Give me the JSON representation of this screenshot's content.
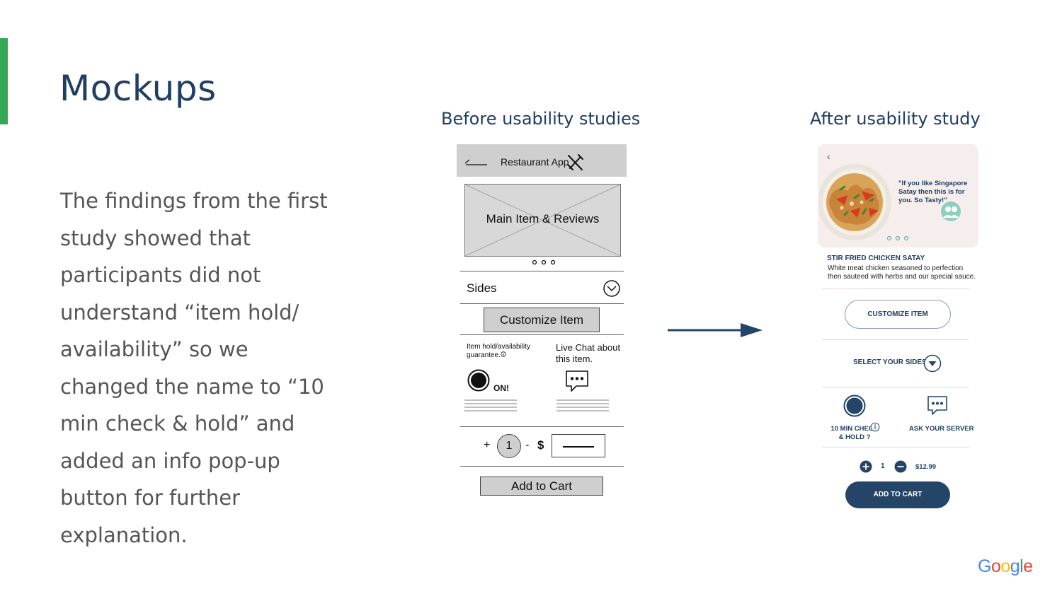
{
  "slide": {
    "title": "Mockups",
    "body": "The findings from the first study showed that participants did not understand “item hold/ availability” so we changed the name to “10 min check & hold” and added an info pop-up button for further explanation.",
    "before_label": "Before usability studies",
    "after_label": "After usability study",
    "accent_color": "#34a853",
    "title_color": "#1f3e63"
  },
  "wireframe": {
    "header_title": "Restaurant App",
    "hero_label": "Main Item & Reviews",
    "sides_label": "Sides",
    "customize_label": "Customize Item",
    "hold_label": "Item hold/availability guarantee.",
    "hold_state": "ON!",
    "live_chat_label": "Live Chat about this item.",
    "plus": "+",
    "quantity": "1",
    "minus": "-",
    "currency": "$",
    "add_to_cart_label": "Add to Cart"
  },
  "mockup": {
    "back": "‹",
    "quote": "\"If you like Singapore Satay then this is for you. So Tasty!\"",
    "item_name": "STIR FRIED CHICKEN SATAY",
    "item_description": "White meat chicken seasoned to perfection then sauteed with herbs and our special sauce.",
    "customize_label": "CUSTOMIZE ITEM",
    "sides_label": "SELECT YOUR SIDES",
    "hold_label": "10 MIN CHECK & HOLD ?",
    "server_label": "ASK YOUR SERVER",
    "quantity": "1",
    "price": "$12.99",
    "add_to_cart_label": "ADD TO CART",
    "primary_color": "#244468"
  },
  "logo": {
    "letters": [
      "G",
      "o",
      "o",
      "g",
      "l",
      "e"
    ],
    "colors": [
      "#4285f4",
      "#ea4335",
      "#fbbc05",
      "#4285f4",
      "#34a853",
      "#ea4335"
    ]
  }
}
